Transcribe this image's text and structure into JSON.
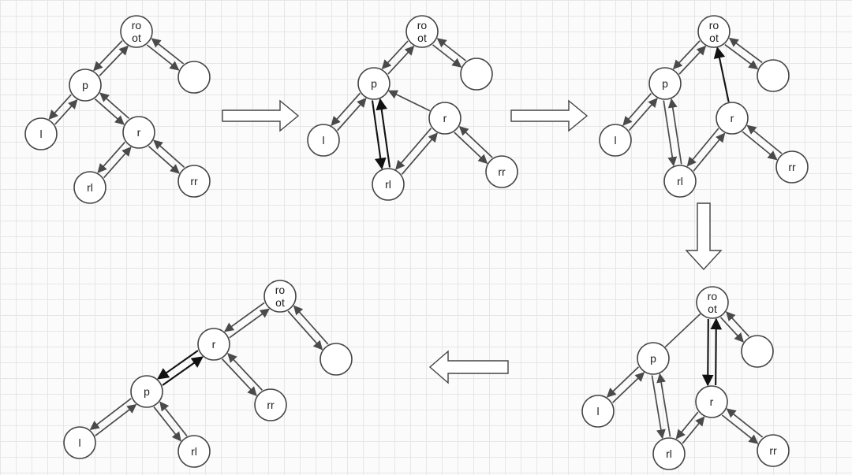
{
  "labels": {
    "root_line1": "ro",
    "root_line2": "ot",
    "p": "p",
    "l": "l",
    "r": "r",
    "rl": "rl",
    "rr": "rr",
    "empty": ""
  },
  "panels": [
    {
      "id": "step-1",
      "nodes": [
        {
          "key": "root",
          "label": "root"
        },
        {
          "key": "p",
          "label": "p"
        },
        {
          "key": "sib",
          "label": "empty"
        },
        {
          "key": "l",
          "label": "l"
        },
        {
          "key": "r",
          "label": "r"
        },
        {
          "key": "rl",
          "label": "rl"
        },
        {
          "key": "rr",
          "label": "rr"
        }
      ],
      "links": [
        {
          "parent": "root",
          "child": "p"
        },
        {
          "parent": "root",
          "child": "sib"
        },
        {
          "parent": "p",
          "child": "l"
        },
        {
          "parent": "p",
          "child": "r"
        },
        {
          "parent": "r",
          "child": "rl"
        },
        {
          "parent": "r",
          "child": "rr"
        }
      ]
    },
    {
      "id": "step-2",
      "nodes": [
        {
          "key": "root",
          "label": "root"
        },
        {
          "key": "p",
          "label": "p"
        },
        {
          "key": "sib",
          "label": "empty"
        },
        {
          "key": "l",
          "label": "l"
        },
        {
          "key": "r",
          "label": "r"
        },
        {
          "key": "rl",
          "label": "rl"
        },
        {
          "key": "rr",
          "label": "rr"
        }
      ],
      "links": [
        {
          "parent": "root",
          "child": "p"
        },
        {
          "parent": "root",
          "child": "sib"
        },
        {
          "parent": "p",
          "child": "l"
        },
        {
          "parent": "p",
          "child": "rl",
          "bold": true
        },
        {
          "parent": "r",
          "child": "rl"
        },
        {
          "parent": "r",
          "child": "rr"
        }
      ],
      "extra": [
        {
          "from": "r",
          "to": "p",
          "bold": false
        }
      ]
    },
    {
      "id": "step-3",
      "nodes": [
        {
          "key": "root",
          "label": "root"
        },
        {
          "key": "p",
          "label": "p"
        },
        {
          "key": "sib",
          "label": "empty"
        },
        {
          "key": "l",
          "label": "l"
        },
        {
          "key": "r",
          "label": "r"
        },
        {
          "key": "rl",
          "label": "rl"
        },
        {
          "key": "rr",
          "label": "rr"
        }
      ],
      "links": [
        {
          "parent": "root",
          "child": "p"
        },
        {
          "parent": "root",
          "child": "sib"
        },
        {
          "parent": "p",
          "child": "l"
        },
        {
          "parent": "p",
          "child": "rl"
        },
        {
          "parent": "r",
          "child": "rl"
        },
        {
          "parent": "r",
          "child": "rr"
        }
      ],
      "extra": [
        {
          "from": "r",
          "to": "root",
          "bold": true
        }
      ]
    },
    {
      "id": "step-4",
      "nodes": [
        {
          "key": "root",
          "label": "root"
        },
        {
          "key": "p",
          "label": "p"
        },
        {
          "key": "sib",
          "label": "empty"
        },
        {
          "key": "l",
          "label": "l"
        },
        {
          "key": "r",
          "label": "r"
        },
        {
          "key": "rl",
          "label": "rl"
        },
        {
          "key": "rr",
          "label": "rr"
        }
      ],
      "links": [
        {
          "parent": "root",
          "child": "sib"
        },
        {
          "parent": "root",
          "child": "r",
          "bold": true
        },
        {
          "parent": "p",
          "child": "l"
        },
        {
          "parent": "p",
          "child": "rl"
        },
        {
          "parent": "r",
          "child": "rl"
        },
        {
          "parent": "r",
          "child": "rr"
        }
      ],
      "extra": [
        {
          "from": "p",
          "to": "root",
          "bold": false,
          "noarrow": true
        }
      ]
    },
    {
      "id": "step-5",
      "nodes": [
        {
          "key": "root",
          "label": "root"
        },
        {
          "key": "r",
          "label": "r"
        },
        {
          "key": "sib",
          "label": "empty"
        },
        {
          "key": "p",
          "label": "p"
        },
        {
          "key": "rr",
          "label": "rr"
        },
        {
          "key": "l",
          "label": "l"
        },
        {
          "key": "rl",
          "label": "rl"
        }
      ],
      "links": [
        {
          "parent": "root",
          "child": "r"
        },
        {
          "parent": "root",
          "child": "sib"
        },
        {
          "parent": "r",
          "child": "p",
          "bold": true
        },
        {
          "parent": "r",
          "child": "rr"
        },
        {
          "parent": "p",
          "child": "l"
        },
        {
          "parent": "p",
          "child": "rl"
        }
      ]
    }
  ]
}
